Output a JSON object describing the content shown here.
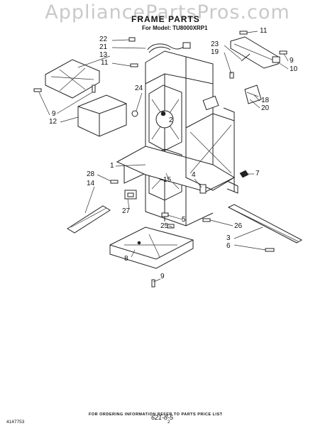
{
  "watermark": "AppliancePartsPros.com",
  "title": "FRAME PARTS",
  "model_line": "For Model: TU8000XRP1",
  "callouts": {
    "c22": "22",
    "c21": "21",
    "c13": "13",
    "c11a": "11",
    "c9a": "9",
    "c12": "12",
    "c24": "24",
    "c2": "2",
    "c1": "1",
    "c28": "28",
    "c14": "14",
    "c15": "15",
    "c27": "27",
    "c4": "4",
    "c25": "25",
    "c5": "5",
    "c26": "26",
    "c3": "3",
    "c6": "6",
    "c8": "8",
    "c9c": "9",
    "c11b": "11",
    "c23": "23",
    "c19": "19",
    "c9b": "9",
    "c10": "10",
    "c18": "18",
    "c20": "20",
    "c7": "7"
  },
  "footer_note": "FOR ORDERING INFORMATION REFER TO PARTS PRICE LIST",
  "part_number": "4147753",
  "page_number": "2",
  "handwritten_code": "621-8-5"
}
